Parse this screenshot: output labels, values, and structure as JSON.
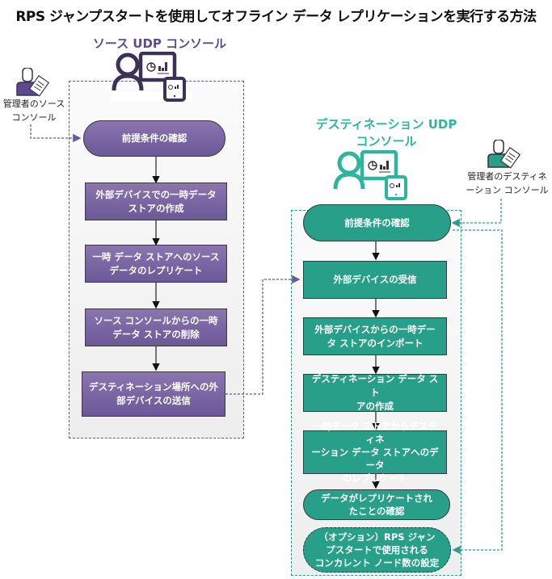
{
  "title": "RPS ジャンプスタートを使用してオフライン データ レプリケーションを実行する方法",
  "colors": {
    "source": "#6c5897",
    "destination": "#289f88",
    "source_icon": "#3b3355",
    "destination_icon": "#2fb59e"
  },
  "source": {
    "heading": "ソース UDP コンソール",
    "admin_label_line1": "管理者のソース",
    "admin_label_line2": "コンソール",
    "steps": [
      {
        "line1": "前提条件の確認",
        "line2": ""
      },
      {
        "line1": "外部デバイスでの一時データ",
        "line2": "ストアの作成"
      },
      {
        "line1": "一時 データ ストアへのソース",
        "line2": "データのレプリケート"
      },
      {
        "line1": "ソース コンソールからの一時",
        "line2": "データ ストアの削除"
      },
      {
        "line1": "デスティネーション場所への外",
        "line2": "部デバイスの送信"
      }
    ]
  },
  "destination": {
    "heading_line1": "デスティネーション UDP",
    "heading_line2": "コンソール",
    "admin_label_line1": "管理者のデスティネ",
    "admin_label_line2": "ーション コンソール",
    "steps": [
      {
        "line1": "前提条件の確認",
        "line2": "",
        "line3": ""
      },
      {
        "line1": "外部デバイスの受信",
        "line2": "",
        "line3": ""
      },
      {
        "line1": "外部デバイスからの一時デー",
        "line2": "タ ストアのインポート",
        "line3": ""
      },
      {
        "line1": "デスティネーション データ スト",
        "line2": "アの作成",
        "line3": ""
      },
      {
        "line1": "一時データ ストアからデスティネ",
        "line2": "ーション データ ストアへのデータ",
        "line3": "のレプリケート"
      },
      {
        "line1": "データがレプリケートされ",
        "line2": "たことの確認",
        "line3": ""
      },
      {
        "line1": "（オプション）RPS ジャン",
        "line2": "プスタートで使用される",
        "line3": "コンカレント ノード数の設定"
      }
    ]
  }
}
